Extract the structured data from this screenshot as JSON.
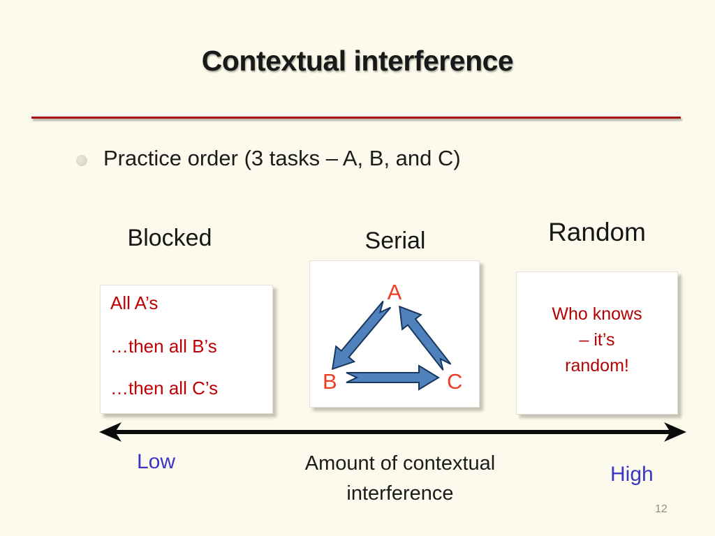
{
  "slide": {
    "title": "Contextual interference",
    "bullet_text": "Practice order (3 tasks – A, B, and C)",
    "page_number": "12"
  },
  "columns": {
    "blocked": {
      "header": "Blocked",
      "lines": [
        "All A’s",
        "…then all B’s",
        "…then all C’s"
      ]
    },
    "serial": {
      "header": "Serial",
      "nodes": {
        "a": "A",
        "b": "B",
        "c": "C"
      }
    },
    "random": {
      "header": "Random",
      "lines": [
        "Who knows",
        "– it’s",
        "random!"
      ]
    }
  },
  "axis": {
    "low_label": "Low",
    "high_label": "High",
    "caption_line1": "Amount of contextual",
    "caption_line2": "interference"
  },
  "colors": {
    "background": "#fcfaec",
    "title_rule_red": "#a50d12",
    "blocked_text_red": "#c00000",
    "random_text_red": "#b20404",
    "node_orange_red": "#ee3d23",
    "arrow_fill_blue": "#4f81bd",
    "arrow_outline_navy": "#17375e",
    "axis_label_blue": "#3c35c6",
    "axis_arrow_black": "#0b0b0b"
  }
}
